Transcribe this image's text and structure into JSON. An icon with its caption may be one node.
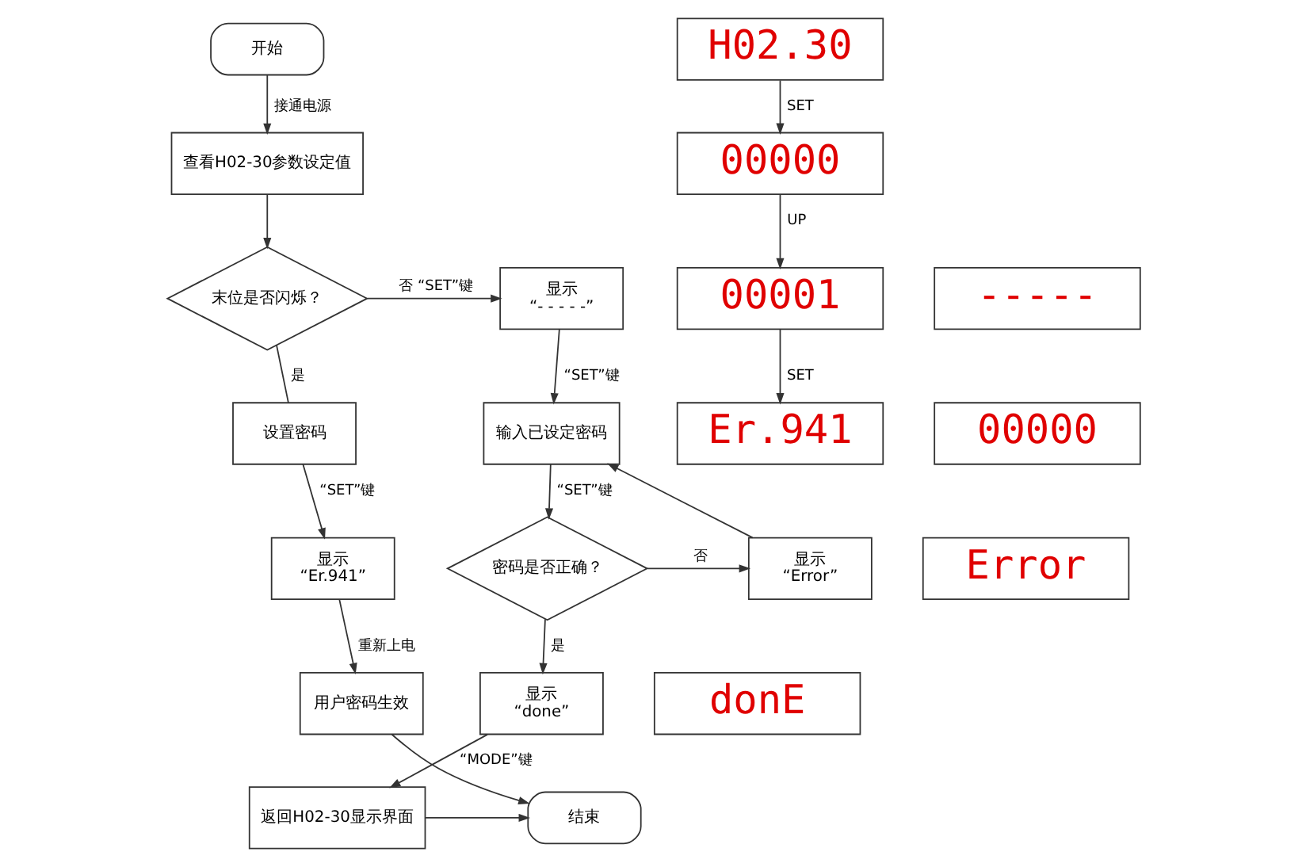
{
  "diagram": {
    "nodes": [
      {
        "text": [
          "开始"
        ]
      },
      {
        "text": [
          "查看H02-30参数设定值"
        ]
      },
      {
        "text": [
          "末位是否闪烁？"
        ]
      },
      {
        "text": [
          "显示",
          "“- - - - -”"
        ]
      },
      {
        "text": [
          "设置密码"
        ]
      },
      {
        "text": [
          "输入已设定密码"
        ]
      },
      {
        "text": [
          "显示",
          "“Er.941”"
        ]
      },
      {
        "text": [
          "密码是否正确？"
        ]
      },
      {
        "text": [
          "显示",
          "“Error”"
        ]
      },
      {
        "text": [
          "用户密码生效"
        ]
      },
      {
        "text": [
          "显示",
          "“done”"
        ]
      },
      {
        "text": [
          "结束"
        ]
      },
      {
        "text": [
          "返回H02-30显示界面"
        ]
      },
      {
        "text": [
          "H02.30"
        ]
      },
      {
        "text": [
          "00000"
        ]
      },
      {
        "text": [
          "00001"
        ]
      },
      {
        "text": [
          "Er.941"
        ]
      },
      {
        "text": [
          "-----"
        ]
      },
      {
        "text": [
          "00000"
        ]
      },
      {
        "text": [
          "Error"
        ]
      },
      {
        "text": [
          "donE"
        ]
      }
    ],
    "edges": [
      {
        "from": 0,
        "to": 1,
        "arrow": "to",
        "label": "接通电源"
      },
      {
        "from": 1,
        "to": 2,
        "arrow": "to"
      },
      {
        "from": 2,
        "to": 3,
        "arrow": "to",
        "label": "否 “SET”键"
      },
      {
        "from": 2,
        "to": 4,
        "arrow": "none",
        "label": "是"
      },
      {
        "from": 3,
        "to": 5,
        "arrow": "to",
        "label": "“SET”键"
      },
      {
        "from": 4,
        "to": 6,
        "arrow": "to",
        "label": "“SET”键"
      },
      {
        "from": 5,
        "to": 7,
        "arrow": "to",
        "label": "“SET”键"
      },
      {
        "from": 7,
        "to": 8,
        "arrow": "to",
        "label": "否"
      },
      {
        "from": 8,
        "to": 5,
        "arrow": "to"
      },
      {
        "from": 6,
        "to": 9,
        "arrow": "to",
        "label": "重新上电"
      },
      {
        "from": 7,
        "to": 10,
        "arrow": "to",
        "label": "是"
      },
      {
        "from": 9,
        "to": 11,
        "arrow": "to"
      },
      {
        "from": 10,
        "to": 12,
        "arrow": "to",
        "label": "“MODE”键"
      },
      {
        "from": 12,
        "to": 11,
        "arrow": "to"
      },
      {
        "from": 13,
        "to": 14,
        "arrow": "to",
        "label": "SET"
      },
      {
        "from": 14,
        "to": 15,
        "arrow": "to",
        "label": "UP"
      },
      {
        "from": 15,
        "to": 16,
        "arrow": "to",
        "label": "SET"
      }
    ]
  }
}
